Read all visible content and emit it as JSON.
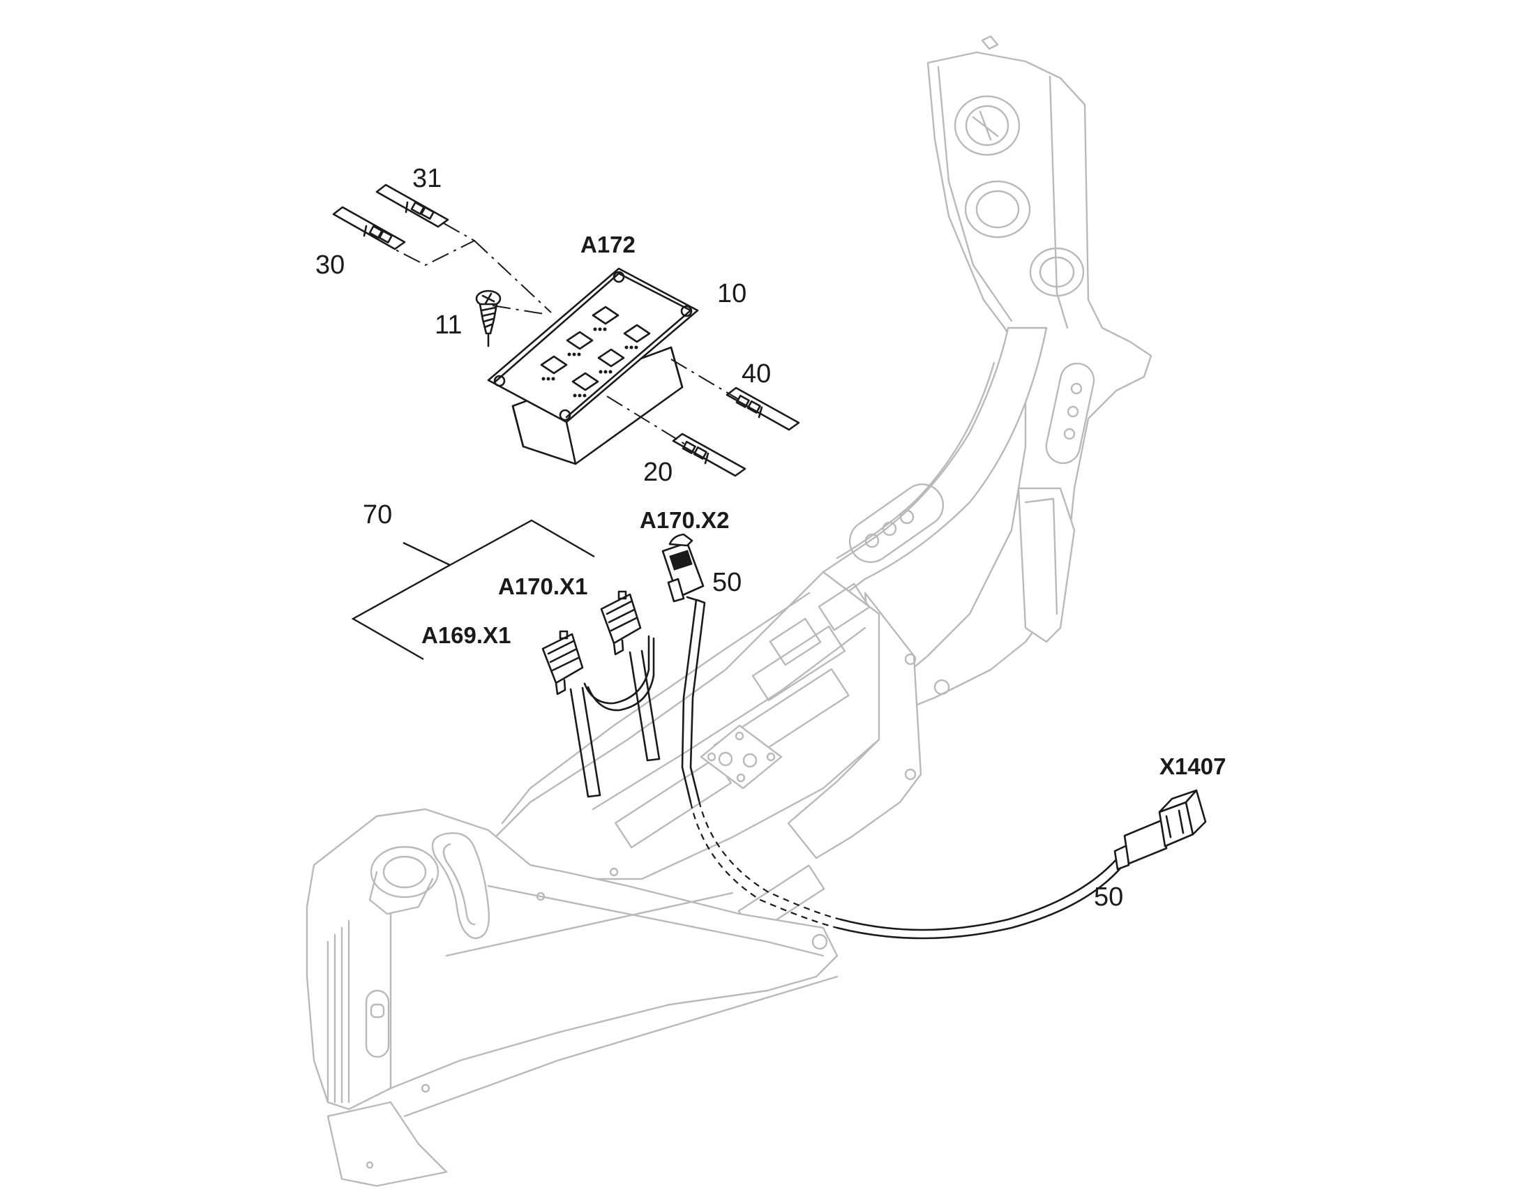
{
  "labels": {
    "item_31": "31",
    "item_30": "30",
    "item_a172": "A172",
    "item_10": "10",
    "item_11": "11",
    "item_40": "40",
    "item_20": "20",
    "item_70": "70",
    "item_a170_x2": "A170.X2",
    "item_50_upper": "50",
    "item_a170_x1": "A170.X1",
    "item_a169_x1": "A169.X1",
    "item_x1407": "X1407",
    "item_50_lower": "50"
  },
  "colors": {
    "ink": "#1a1a1a",
    "ghost_frame": "#b9b9b9",
    "background": "#ffffff"
  }
}
